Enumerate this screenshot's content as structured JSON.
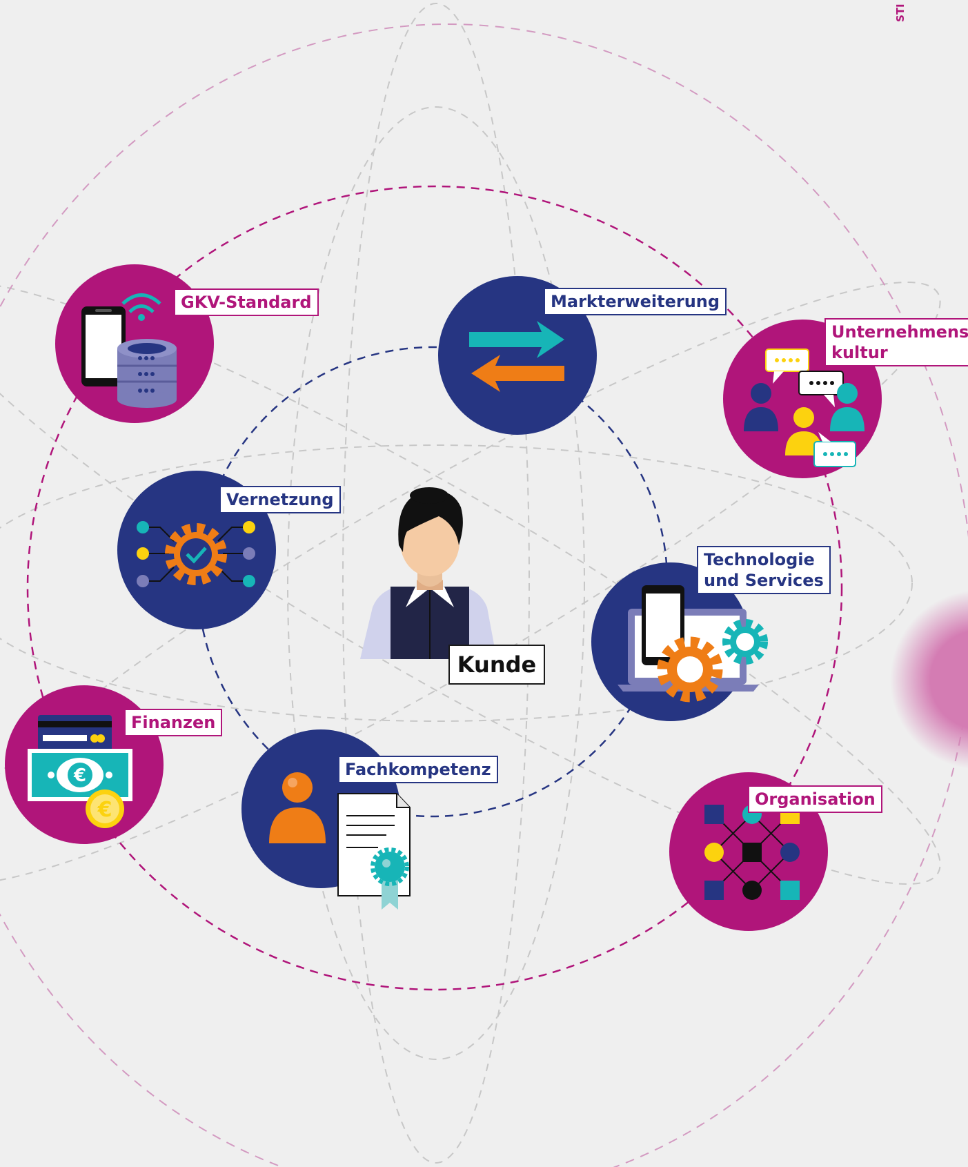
{
  "center": {
    "label": "Kunde"
  },
  "nodes": [
    {
      "id": "gkv-standard",
      "label": "GKV-Standard",
      "icon": "phone-database-icon",
      "theme": "magenta"
    },
    {
      "id": "markterweiterung",
      "label": "Markterweiterung",
      "icon": "exchange-arrows-icon",
      "theme": "blue"
    },
    {
      "id": "unternehmenskultur",
      "label_line1": "Unternehmens-",
      "label_line2": "kultur",
      "icon": "people-chat-icon",
      "theme": "magenta"
    },
    {
      "id": "vernetzung",
      "label": "Vernetzung",
      "icon": "network-gear-icon",
      "theme": "blue"
    },
    {
      "id": "technologie",
      "label_line1": "Technologie",
      "label_line2": "und Services",
      "icon": "laptop-phone-gears-icon",
      "theme": "blue"
    },
    {
      "id": "finanzen",
      "label": "Finanzen",
      "icon": "money-card-icon",
      "theme": "magenta"
    },
    {
      "id": "fachkompetenz",
      "label": "Fachkompetenz",
      "icon": "person-certificate-icon",
      "theme": "blue"
    },
    {
      "id": "organisation",
      "label": "Organisation",
      "icon": "org-structure-icon",
      "theme": "magenta"
    }
  ],
  "edge_text": "STI",
  "colors": {
    "magenta": "#b0157a",
    "blue": "#263582",
    "orange": "#ef7d16",
    "teal": "#17b5b7",
    "yellow": "#fcd20f",
    "background": "#efefef"
  }
}
